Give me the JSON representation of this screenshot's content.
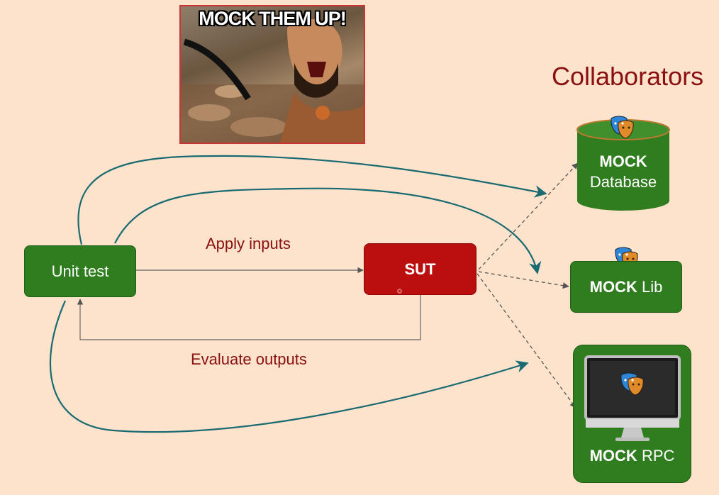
{
  "meme": {
    "caption": "MOCK THEM UP!"
  },
  "collaborators_title": "Collaborators",
  "unit_test": {
    "label": "Unit test"
  },
  "sut": {
    "label": "SUT"
  },
  "apply_inputs": "Apply inputs",
  "evaluate_outputs": "Evaluate outputs",
  "mock_database": {
    "prefix": "MOCK",
    "name": "Database"
  },
  "mock_lib": {
    "prefix": "MOCK",
    "name": "Lib"
  },
  "mock_rpc": {
    "prefix": "MOCK",
    "name": "RPC"
  },
  "colors": {
    "background": "#fde3cb",
    "box_green": "#2f7d1f",
    "sut_red": "#bb0f0f",
    "label_red": "#8a0f0f",
    "curve_teal": "#1a6a72"
  },
  "icons": [
    "theater-masks-icon",
    "monitor-icon"
  ]
}
